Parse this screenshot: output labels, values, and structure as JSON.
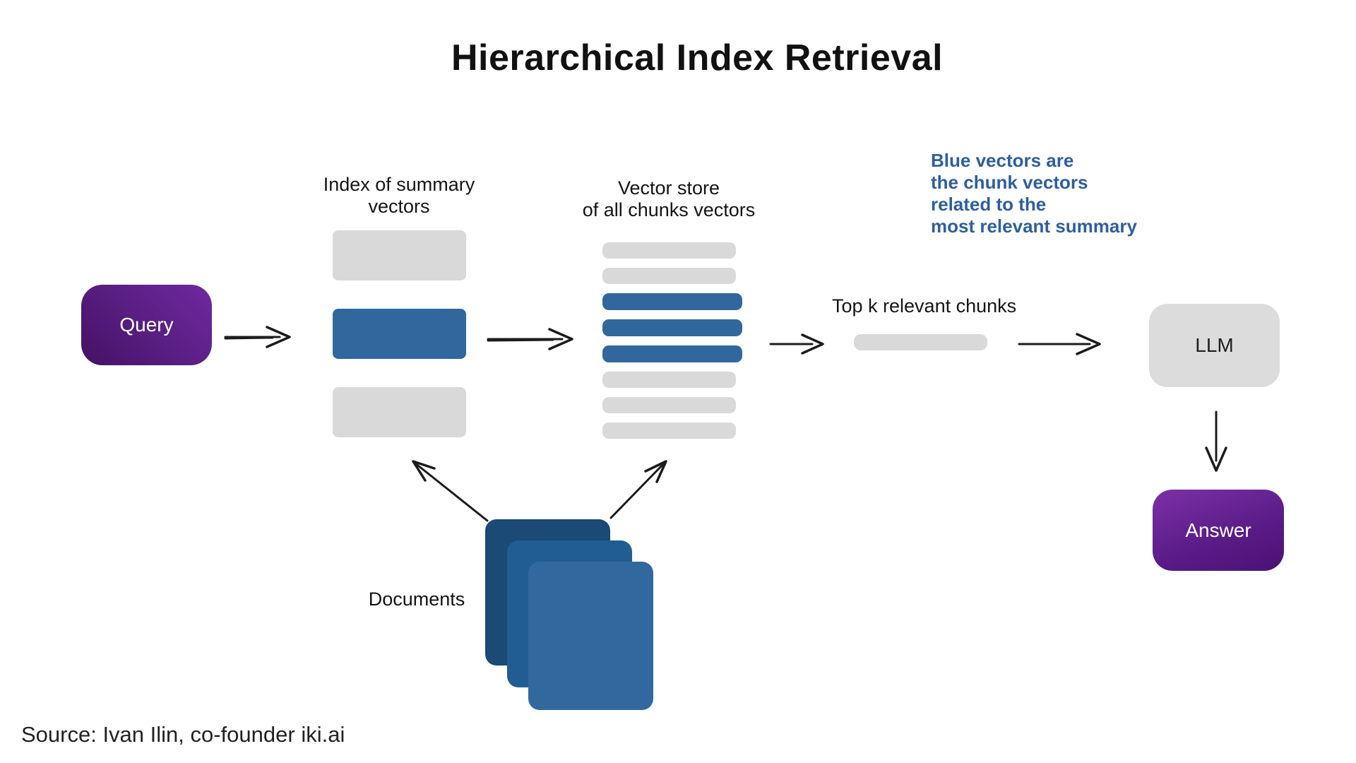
{
  "title": "Hierarchical Index Retrieval",
  "nodes": {
    "query": {
      "label": "Query"
    },
    "index": {
      "label_line1": "Index of summary",
      "label_line2": "vectors",
      "boxes": [
        "gray",
        "blue",
        "gray"
      ]
    },
    "vector_store": {
      "label_line1": "Vector store",
      "label_line2": "of all chunks vectors",
      "bars": [
        "gray",
        "gray",
        "blue",
        "blue",
        "blue",
        "gray",
        "gray",
        "gray"
      ]
    },
    "top_k": {
      "label": "Top k relevant chunks"
    },
    "llm": {
      "label": "LLM"
    },
    "answer": {
      "label": "Answer"
    },
    "documents": {
      "label": "Documents"
    }
  },
  "annotation": {
    "lines": [
      "Blue vectors are",
      "the chunk vectors",
      "related to the",
      "most relevant summary"
    ],
    "color": "#2f5f9e"
  },
  "source": "Source: Ivan Ilin, co-founder iki.ai",
  "colors": {
    "vector_gray": "#d9d9d9",
    "vector_blue": "#30689e",
    "query_purple_start": "#70289f",
    "query_purple_end": "#451163",
    "answer_purple_start": "#7d30a6",
    "answer_purple_end": "#4a1173",
    "llm_gray": "#dcdcdc",
    "doc_back": "#1a4a75",
    "doc_mid": "#215d93",
    "doc_front": "#31699f",
    "arrow_black": "#1c1c1c"
  }
}
